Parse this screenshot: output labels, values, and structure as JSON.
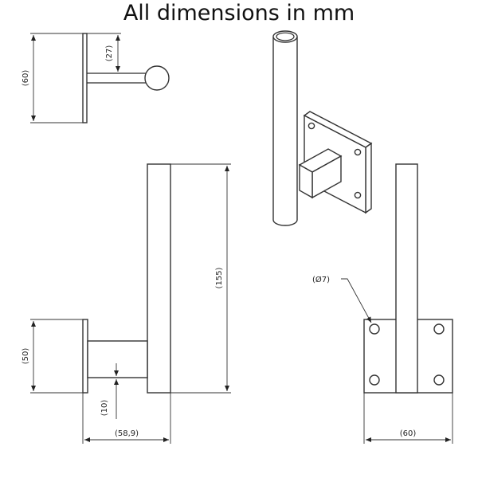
{
  "title": "All dimensions in mm",
  "dimensions": {
    "top_plate_height": "(60)",
    "top_tube_offset": "(27)",
    "pole_length": "(155)",
    "side_plate_height": "(50)",
    "arm_tube": "(10)",
    "projection": "(58,9)",
    "hole_diameter": "(Ø7)",
    "front_plate_width": "(60)"
  },
  "colors": {
    "line": "#333333",
    "text": "#222222",
    "background": "#ffffff"
  }
}
